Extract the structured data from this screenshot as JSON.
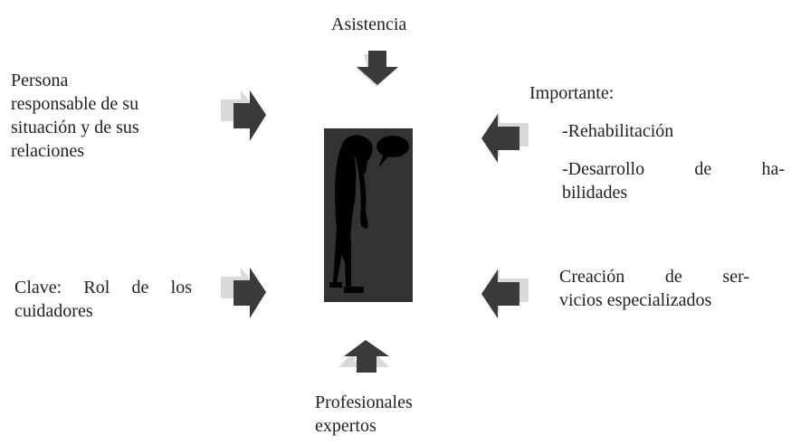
{
  "labels": {
    "top": "Asistencia",
    "left_top": [
      "Persona",
      "responsable de su",
      "situación y de sus",
      "relaciones"
    ],
    "right_top_title": "Importante:",
    "right_top_item1": "-Rehabilitación",
    "right_top_item2": [
      "-Desarrollo de ha-",
      "bilidades"
    ],
    "left_bottom": [
      "Clave: Rol de los",
      "cuidadores"
    ],
    "right_bottom": [
      "Creación de ser-",
      "vicios especializados"
    ],
    "bottom": [
      "Profesionales",
      "expertos"
    ]
  },
  "colors": {
    "arrow": "#3a3a3a",
    "arrow_shadow": "#d9d9d9",
    "panel": "#333333",
    "figure": "#000000",
    "text": "#222222"
  },
  "icons": {
    "arrows": "block-arrow-icon",
    "center": "slumped-person-with-speech-bubble-icon"
  }
}
